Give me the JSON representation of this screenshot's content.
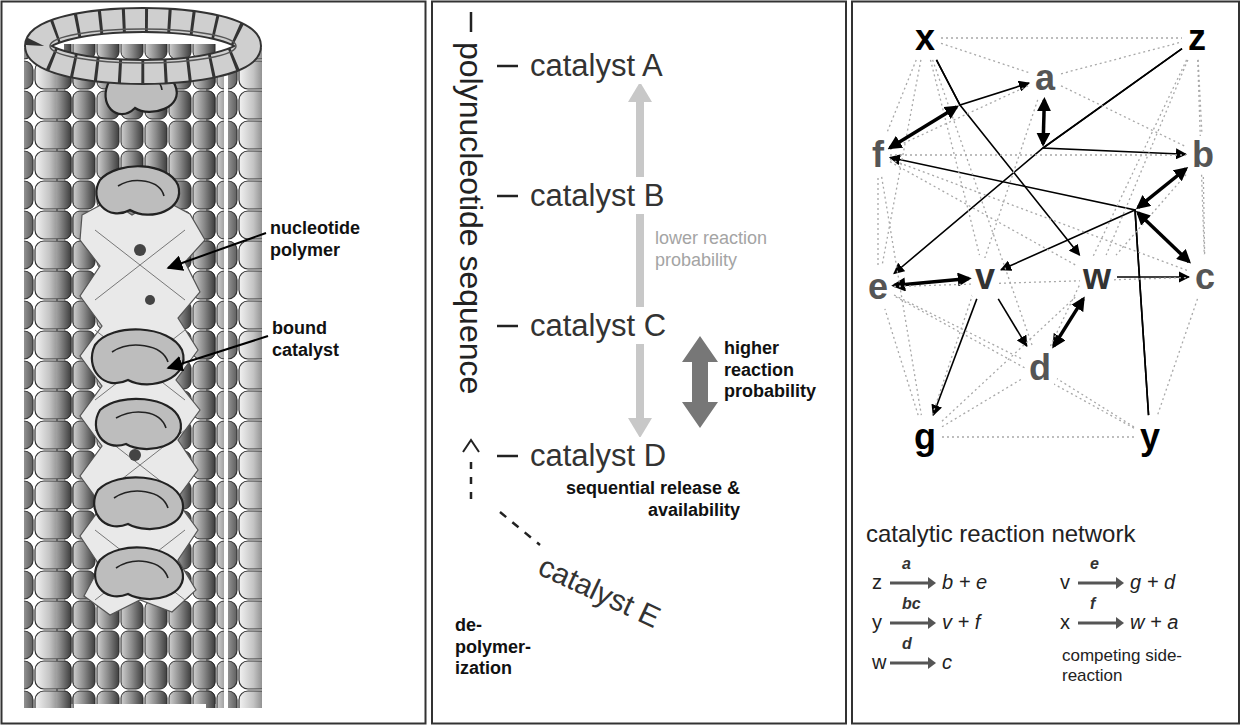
{
  "diagram": {
    "nodes": [
      {
        "text": [
          "x"
        ]
      },
      {
        "text": [
          "z"
        ]
      },
      {
        "text": [
          "a"
        ]
      },
      {
        "text": [
          "f"
        ]
      },
      {
        "text": [
          "b"
        ]
      },
      {
        "text": [
          "e"
        ]
      },
      {
        "text": [
          "v"
        ]
      },
      {
        "text": [
          "w"
        ]
      },
      {
        "text": [
          "c"
        ]
      },
      {
        "text": [
          "d"
        ]
      },
      {
        "text": [
          "g"
        ]
      },
      {
        "text": [
          "y"
        ]
      }
    ],
    "edges": [
      {
        "from": 0,
        "to": 2,
        "arrow": "to"
      },
      {
        "from": 0,
        "to": 7,
        "arrow": "to"
      },
      {
        "from": 1,
        "to": 4,
        "arrow": "to"
      },
      {
        "from": 1,
        "to": 5,
        "arrow": "to"
      },
      {
        "from": 11,
        "to": 6,
        "arrow": "to"
      },
      {
        "from": 11,
        "to": 3,
        "arrow": "to"
      },
      {
        "from": 6,
        "to": 10,
        "arrow": "to"
      },
      {
        "from": 6,
        "to": 9,
        "arrow": "to"
      },
      {
        "from": 7,
        "to": 8,
        "arrow": "to"
      },
      {
        "from": 5,
        "to": 6,
        "arrow": "both"
      },
      {
        "from": 9,
        "to": 7,
        "arrow": "both"
      },
      {
        "from": 0,
        "to": 1,
        "arrow": "none"
      },
      {
        "from": 0,
        "to": 3,
        "arrow": "none"
      },
      {
        "from": 1,
        "to": 4,
        "arrow": "none"
      },
      {
        "from": 4,
        "to": 8,
        "arrow": "none"
      },
      {
        "from": 8,
        "to": 11,
        "arrow": "none"
      },
      {
        "from": 11,
        "to": 10,
        "arrow": "none"
      },
      {
        "from": 10,
        "to": 5,
        "arrow": "none"
      },
      {
        "from": 5,
        "to": 3,
        "arrow": "none"
      },
      {
        "from": 3,
        "to": 2,
        "arrow": "none"
      },
      {
        "from": 2,
        "to": 1,
        "arrow": "none"
      },
      {
        "from": 0,
        "to": 5,
        "arrow": "none"
      },
      {
        "from": 0,
        "to": 6,
        "arrow": "none"
      },
      {
        "from": 0,
        "to": 9,
        "arrow": "none"
      },
      {
        "from": 1,
        "to": 8,
        "arrow": "none"
      },
      {
        "from": 1,
        "to": 7,
        "arrow": "none"
      },
      {
        "from": 1,
        "to": 9,
        "arrow": "none"
      },
      {
        "from": 3,
        "to": 4,
        "arrow": "none"
      },
      {
        "from": 3,
        "to": 7,
        "arrow": "none"
      },
      {
        "from": 5,
        "to": 8,
        "arrow": "none"
      },
      {
        "from": 5,
        "to": 9,
        "arrow": "none"
      },
      {
        "from": 10,
        "to": 9,
        "arrow": "none"
      },
      {
        "from": 10,
        "to": 7,
        "arrow": "none"
      },
      {
        "from": 11,
        "to": 9,
        "arrow": "none"
      },
      {
        "from": 11,
        "to": 5,
        "arrow": "none"
      },
      {
        "from": 2,
        "to": 4,
        "arrow": "none"
      },
      {
        "from": 4,
        "to": 7,
        "arrow": "none"
      },
      {
        "from": 3,
        "to": 10,
        "arrow": "none"
      },
      {
        "from": 0,
        "to": 2,
        "arrow": "none"
      },
      {
        "from": 3,
        "to": 8,
        "arrow": "none"
      },
      {
        "from": 2,
        "to": 10,
        "arrow": "none"
      }
    ],
    "labels": [
      "nucleotide polymer",
      "bound catalyst",
      "polynucleotide sequence",
      "catalyst A",
      "catalyst B",
      "catalyst C",
      "catalyst D",
      "lower reaction probability",
      "higher reaction probability",
      "sequential release & availability",
      "catalyst E",
      "de- polymer- ization",
      "catalytic reaction network",
      "z",
      "a",
      "b + e",
      "v",
      "e",
      "g + d",
      "y",
      "bc",
      "v + f",
      "x",
      "f",
      "w + a",
      "w",
      "d",
      "c",
      "competing side-reaction"
    ]
  }
}
